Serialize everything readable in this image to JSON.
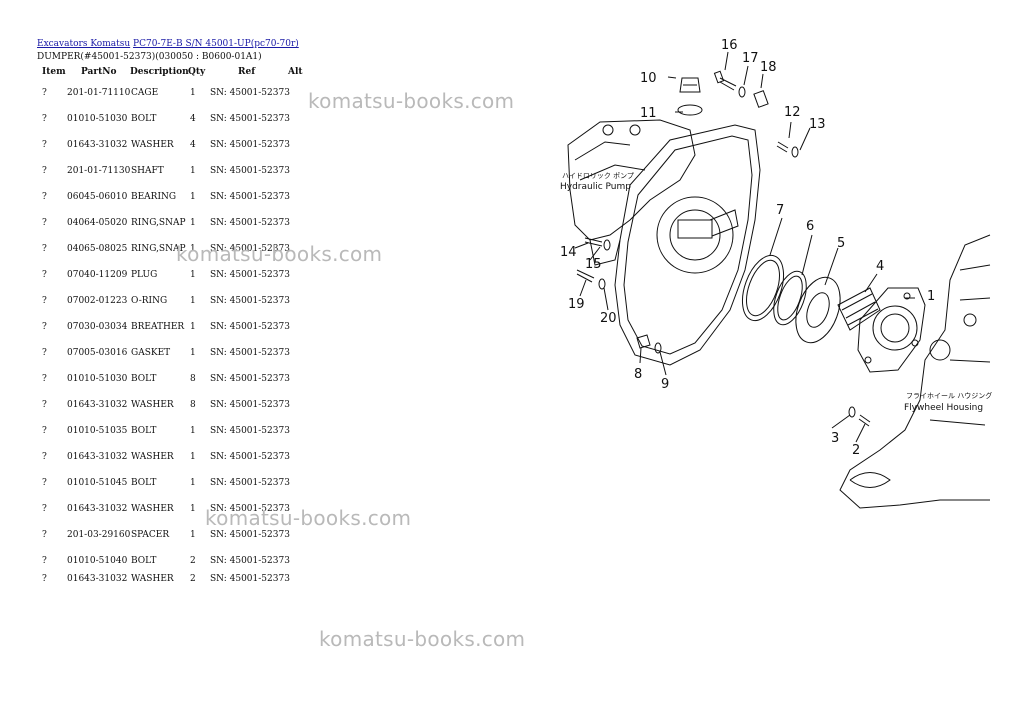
{
  "breadcrumb": {
    "link1": "Excavators Komatsu",
    "link2": "PC70-7E-B S/N 45001-UP(pc70-70r)"
  },
  "subtitle": "DUMPER(#45001-52373)(030050 : B0600-01A1)",
  "table": {
    "headers": [
      "Item",
      "PartNo",
      "Description",
      "Qty",
      "Ref",
      "Alt"
    ],
    "rows": [
      {
        "item": "?",
        "part": "201-01-71110",
        "desc": "CAGE",
        "qty": "1",
        "ref": "SN: 45001-52373"
      },
      {
        "item": "?",
        "part": "01010-51030",
        "desc": "BOLT",
        "qty": "4",
        "ref": "SN: 45001-52373"
      },
      {
        "item": "?",
        "part": "01643-31032",
        "desc": "WASHER",
        "qty": "4",
        "ref": "SN: 45001-52373"
      },
      {
        "item": "?",
        "part": "201-01-71130",
        "desc": "SHAFT",
        "qty": "1",
        "ref": "SN: 45001-52373"
      },
      {
        "item": "?",
        "part": "06045-06010",
        "desc": "BEARING",
        "qty": "1",
        "ref": "SN: 45001-52373"
      },
      {
        "item": "?",
        "part": "04064-05020",
        "desc": "RING,SNAP",
        "qty": "1",
        "ref": "SN: 45001-52373"
      },
      {
        "item": "?",
        "part": "04065-08025",
        "desc": "RING,SNAP",
        "qty": "1",
        "ref": "SN: 45001-52373"
      },
      {
        "item": "?",
        "part": "07040-11209",
        "desc": "PLUG",
        "qty": "1",
        "ref": "SN: 45001-52373"
      },
      {
        "item": "?",
        "part": "07002-01223",
        "desc": "O-RING",
        "qty": "1",
        "ref": "SN: 45001-52373"
      },
      {
        "item": "?",
        "part": "07030-03034",
        "desc": "BREATHER",
        "qty": "1",
        "ref": "SN: 45001-52373"
      },
      {
        "item": "?",
        "part": "07005-03016",
        "desc": "GASKET",
        "qty": "1",
        "ref": "SN: 45001-52373"
      },
      {
        "item": "?",
        "part": "01010-51030",
        "desc": "BOLT",
        "qty": "8",
        "ref": "SN: 45001-52373"
      },
      {
        "item": "?",
        "part": "01643-31032",
        "desc": "WASHER",
        "qty": "8",
        "ref": "SN: 45001-52373"
      },
      {
        "item": "?",
        "part": "01010-51035",
        "desc": "BOLT",
        "qty": "1",
        "ref": "SN: 45001-52373"
      },
      {
        "item": "?",
        "part": "01643-31032",
        "desc": "WASHER",
        "qty": "1",
        "ref": "SN: 45001-52373"
      },
      {
        "item": "?",
        "part": "01010-51045",
        "desc": "BOLT",
        "qty": "1",
        "ref": "SN: 45001-52373"
      },
      {
        "item": "?",
        "part": "01643-31032",
        "desc": "WASHER",
        "qty": "1",
        "ref": "SN: 45001-52373"
      },
      {
        "item": "?",
        "part": "201-03-29160",
        "desc": "SPACER",
        "qty": "1",
        "ref": "SN: 45001-52373"
      },
      {
        "item": "?",
        "part": "01010-51040",
        "desc": "BOLT",
        "qty": "2",
        "ref": "SN: 45001-52373"
      },
      {
        "item": "?",
        "part": "01643-31032",
        "desc": "WASHER",
        "qty": "2",
        "ref": "SN: 45001-52373"
      }
    ]
  },
  "watermark": "komatsu-books.com",
  "diagram": {
    "hydraulic_pump_jp": "ハイドロリック ポンプ",
    "hydraulic_pump": "Hydraulic Pump",
    "flywheel_housing_jp": "フライホイール ハウジング",
    "flywheel_housing": "Flywheel Housing",
    "callouts": [
      "1",
      "2",
      "3",
      "4",
      "5",
      "6",
      "7",
      "8",
      "9",
      "10",
      "11",
      "12",
      "13",
      "14",
      "15",
      "16",
      "17",
      "18",
      "19",
      "20"
    ]
  }
}
